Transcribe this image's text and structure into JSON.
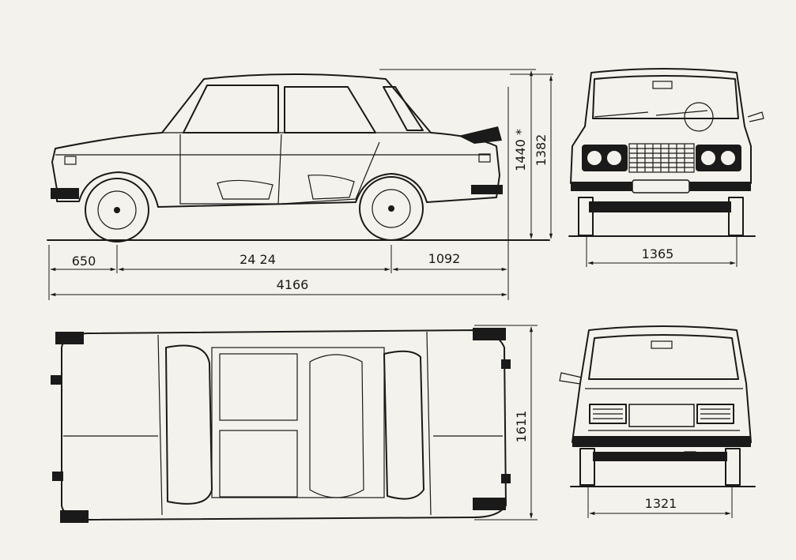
{
  "dimensions": {
    "front_overhang": "650",
    "wheelbase": "24 24",
    "rear_overhang": "1092",
    "overall_length": "4166",
    "height_unladen": "1440 *",
    "height": "1382",
    "front_track": "1365",
    "width": "1611",
    "rear_track": "1321"
  },
  "units_note": "",
  "colors": {
    "ink": "#1a1a1a",
    "paper": "#f4f2ec"
  },
  "views": [
    "side-view",
    "front-view",
    "top-view",
    "rear-view"
  ]
}
